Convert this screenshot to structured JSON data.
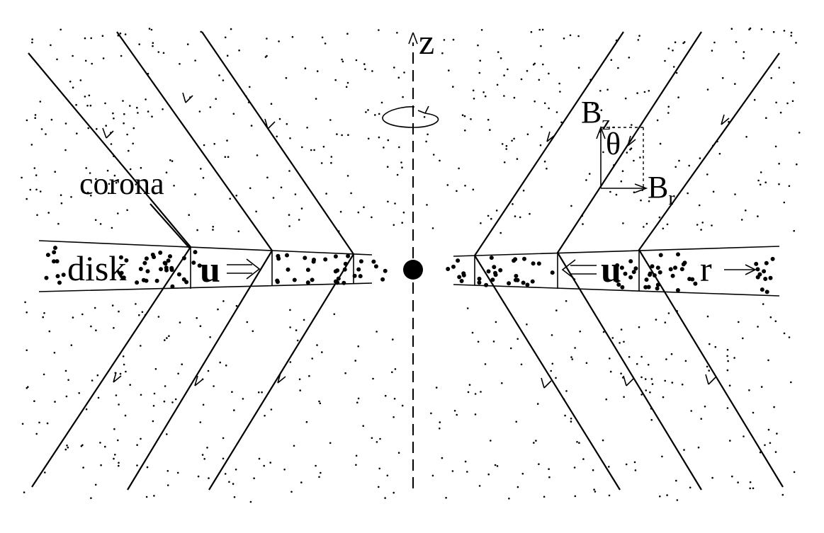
{
  "labels": {
    "z_axis": "z",
    "corona": "corona",
    "disk": "disk",
    "velocity_left": "u",
    "velocity_right": "u",
    "radius": "r",
    "field_z": "B",
    "field_z_sub": "z",
    "field_r": "B",
    "field_r_sub": "r",
    "angle": "θ"
  },
  "colors": {
    "ink": "#000000",
    "background": "#ffffff"
  },
  "icons": {
    "rotation": "rotation-arrow-icon",
    "central_object": "central-mass-dot"
  }
}
